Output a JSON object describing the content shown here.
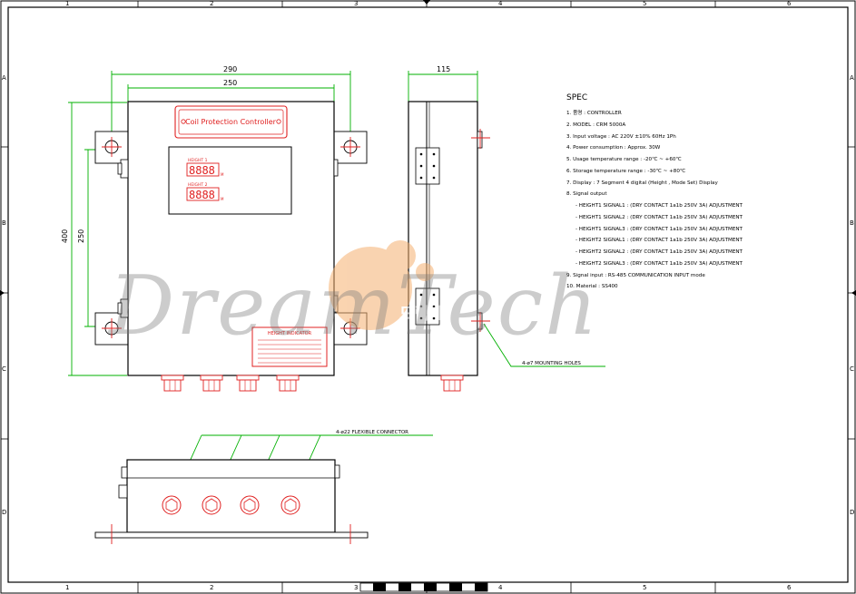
{
  "border": {
    "columns": [
      "1",
      "2",
      "3",
      "4",
      "5",
      "6"
    ],
    "rows": [
      "A",
      "B",
      "C",
      "D"
    ]
  },
  "front_view": {
    "width_outer_label": "290",
    "width_inner_label": "250",
    "height_outer_label": "400",
    "height_inner_label": "250",
    "nameplate_label": "Coil Protection Controller",
    "display1_label": "HEIGHT 1",
    "display2_label": "HEIGHT 2",
    "display_value": "8888",
    "display_unit": "M",
    "plate_title": "HEIGHT INDICATOR"
  },
  "side_view": {
    "depth_label": "115",
    "mounting_holes_label": "4-ø7 MOUNTING HOLES"
  },
  "bottom_view": {
    "connector_label": "4-ø22 FLEXIBLE CONNECTOR"
  },
  "spec": {
    "title": "SPEC",
    "items": [
      "1. 품명 : CONTROLLER",
      "2. MODEL : CRM 5000A",
      "3. Input voltage : AC 220V ±10% 60Hz 1Ph",
      "4. Power consumption : Approx. 30W",
      "5. Usage temperature range : -20℃ ~ +60℃",
      "6. Storage temperature range : -30℃ ~ +80℃",
      "7. Display : 7 Segment 4 digital (Height , Mode Set) Display",
      "8. Signal output"
    ],
    "sub_items": [
      "- HEIGHT1 SIGNAL1 : (DRY CONTACT 1a1b 250V 3A) ADJUSTMENT",
      "- HEIGHT1 SIGNAL2 : (DRY CONTACT 1a1b 250V 3A) ADJUSTMENT",
      "- HEIGHT1 SIGNAL3 : (DRY CONTACT 1a1b 250V 3A) ADJUSTMENT",
      "- HEIGHT2 SIGNAL1 : (DRY CONTACT 1a1b 250V 3A) ADJUSTMENT",
      "- HEIGHT2 SIGNAL2 : (DRY CONTACT 1a1b 250V 3A) ADJUSTMENT",
      "- HEIGHT2 SIGNAL3 : (DRY CONTACT 1a1b 250V 3A) ADJUSTMENT"
    ],
    "tail_items": [
      "9. Signal input : RS-485 COMMUNICATION INPUT mode",
      "10. Material : SS400"
    ]
  },
  "watermark": {
    "text": "DreamTech",
    "logo_text": "드림테크"
  },
  "colors": {
    "dimension": "#00b000",
    "accent": "#e02020",
    "watermark_orange": "#f5b070"
  }
}
